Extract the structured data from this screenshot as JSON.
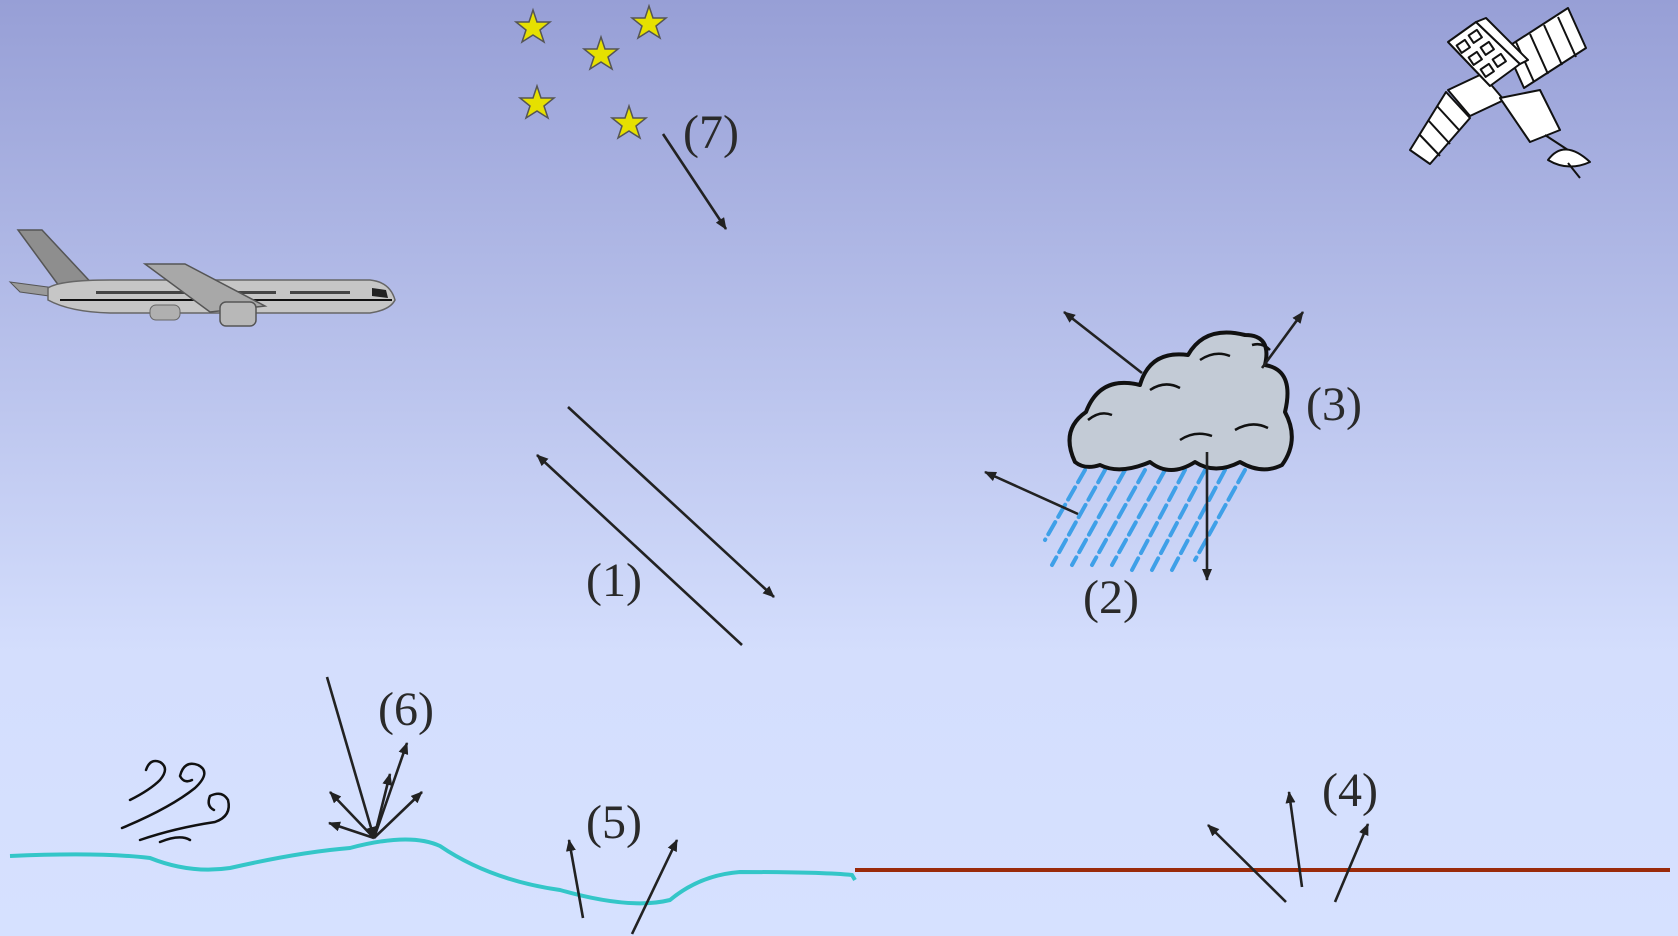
{
  "labels": {
    "l1": "(1)",
    "l2": "(2)",
    "l3": "(3)",
    "l4": "(4)",
    "l5": "(5)",
    "l6": "(6)",
    "l7": "(7)"
  },
  "colors": {
    "sky_top": "#979fd6",
    "sky_bottom": "#d6e1ff",
    "sea_line": "#34c6c8",
    "land_line": "#9a2a0a",
    "arrow": "#222222",
    "cloud_fill": "#c3cbd6",
    "rain": "#3fa0e8",
    "star": "#e6e000"
  },
  "icons": [
    "satellite-icon",
    "airplane-icon",
    "stars-icon",
    "rain-cloud-icon",
    "wind-icon"
  ]
}
